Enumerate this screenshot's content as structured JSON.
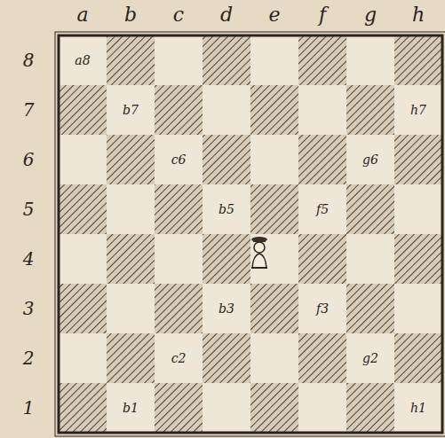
{
  "diagram": {
    "labels": [
      "a",
      "b",
      "c",
      "d",
      "e",
      "f",
      "g",
      "h",
      "8",
      "7",
      "6",
      "5",
      "4",
      "3",
      "2",
      "1",
      "a8",
      "b7",
      "h7",
      "c6",
      "g6",
      "b5",
      "f5",
      "b3",
      "f3",
      "c2",
      "g2",
      "b1",
      "h1"
    ]
  }
}
